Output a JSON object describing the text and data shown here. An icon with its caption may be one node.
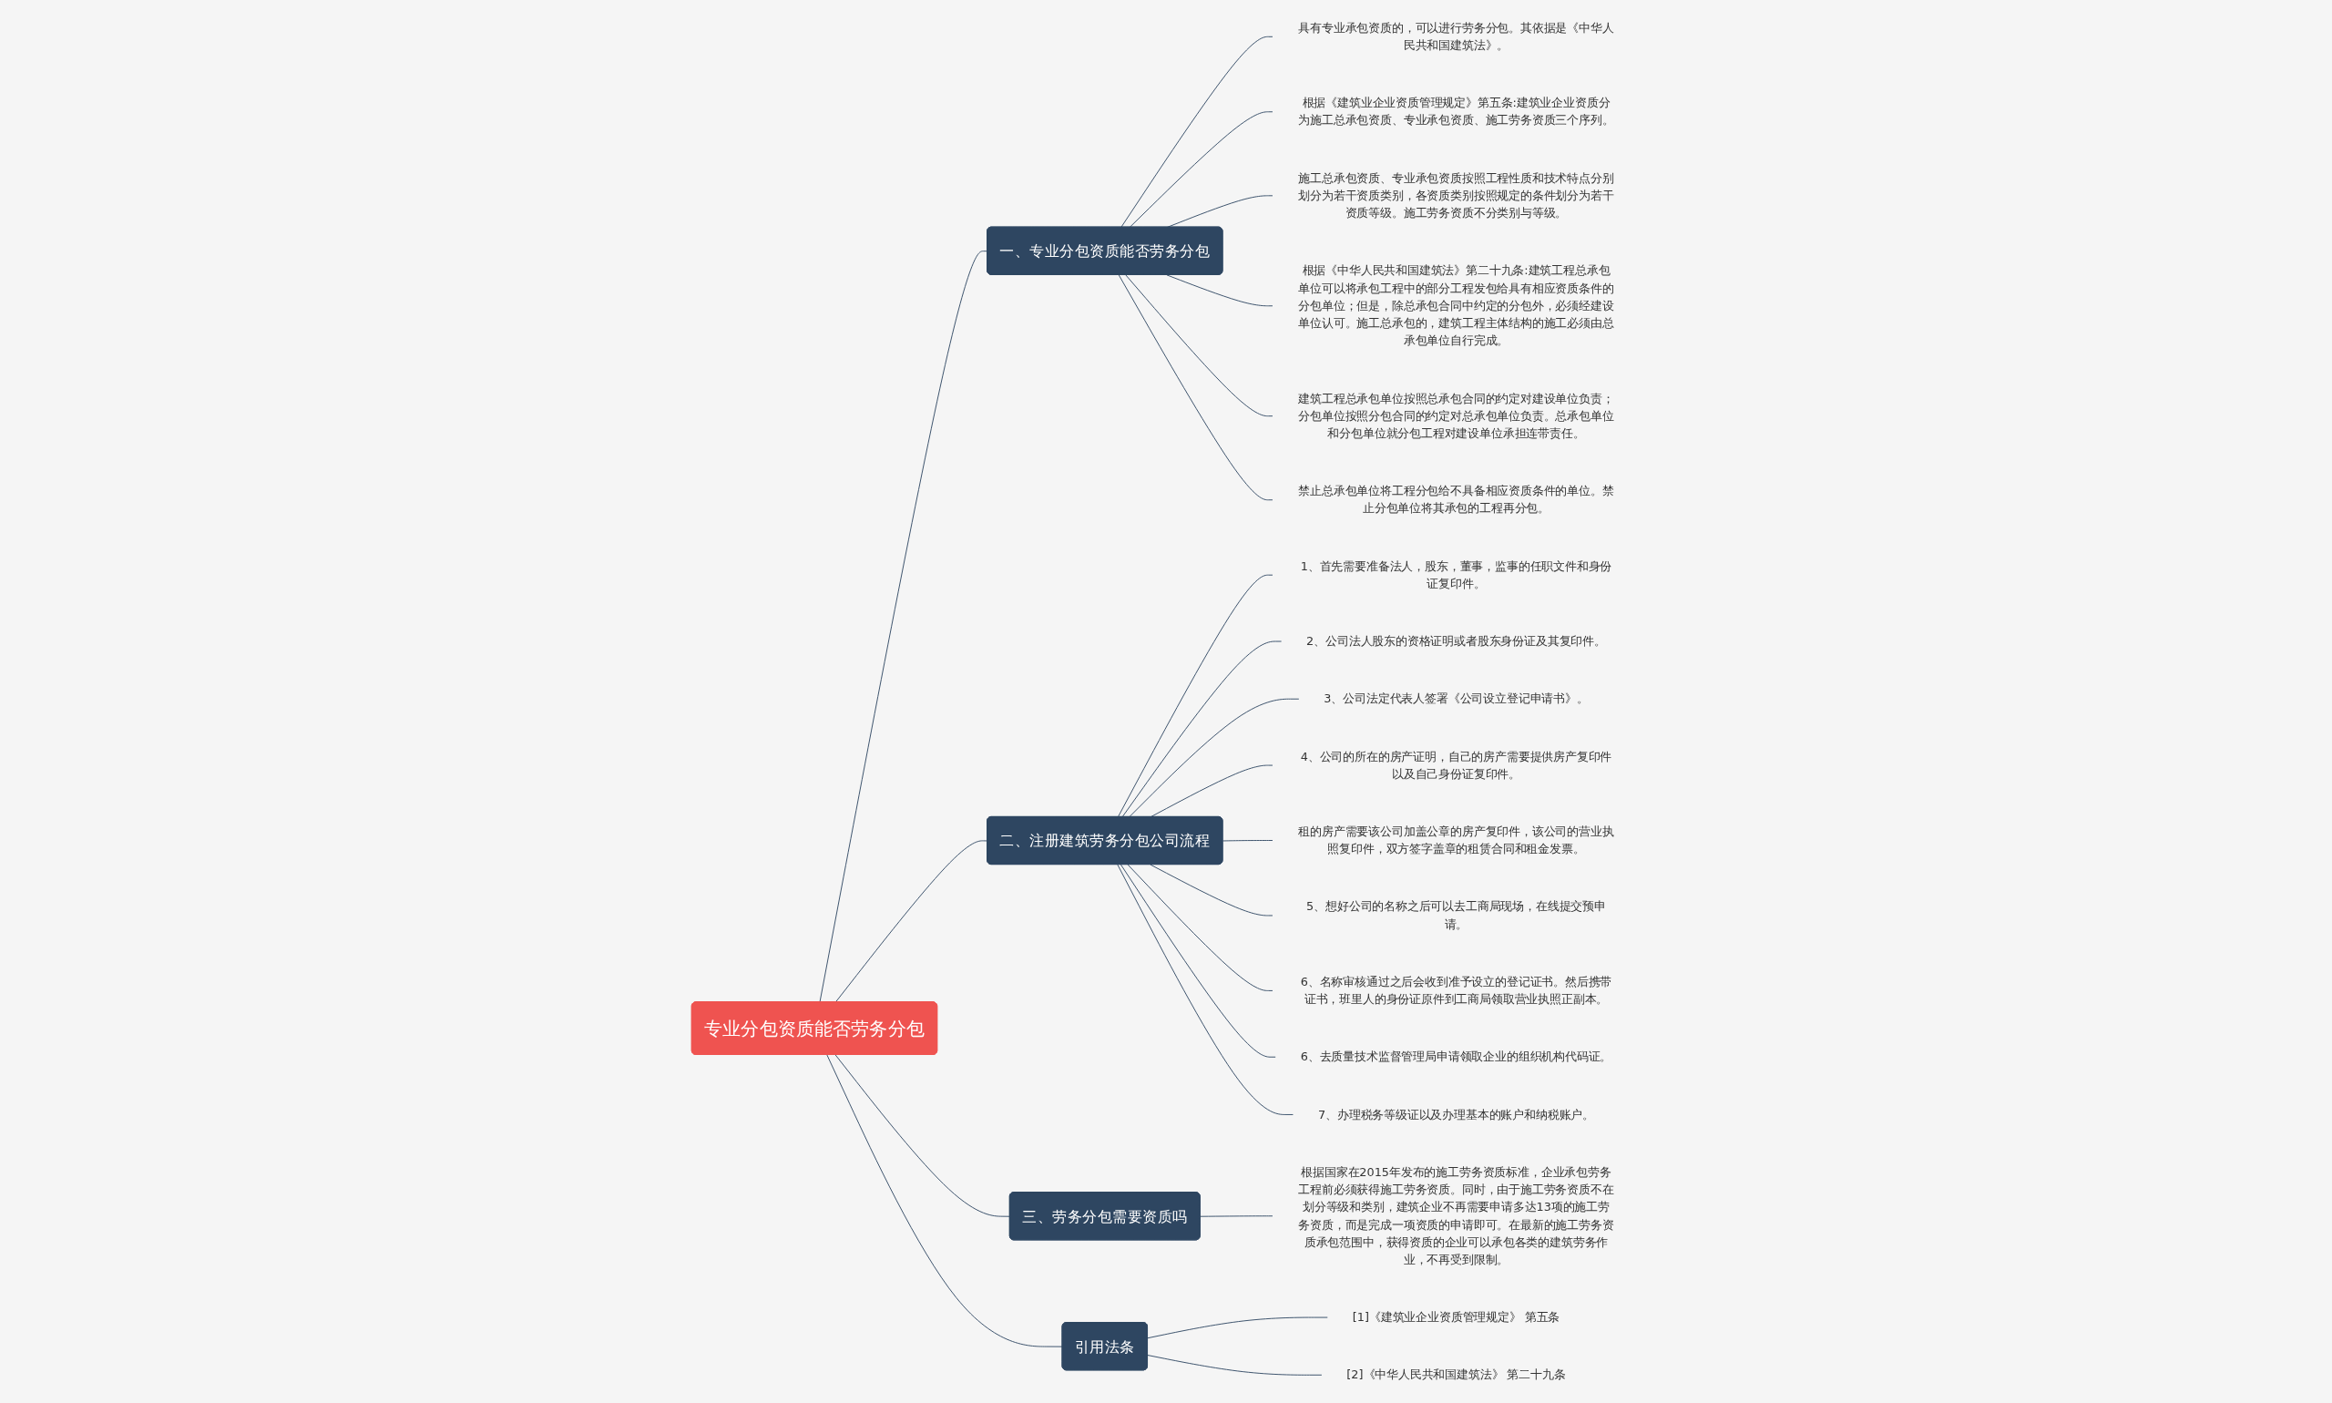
{
  "diagram": {
    "nodes": [
      {
        "text": [
          "专业分包资质能否劳务分包"
        ]
      },
      {
        "text": [
          "一、专业分包资质能否劳务分包"
        ]
      },
      {
        "text": [
          "具有专业承包资质的，可以进行劳务分包。其依据是《中华人民共和国建筑法》。"
        ]
      },
      {
        "text": [
          "根据《建筑业企业资质管理规定》第五条:建筑业企业资质分为施工总承包资质、专业承包资质、施工劳务资质三个序列。"
        ]
      },
      {
        "text": [
          "施工总承包资质、专业承包资质按照工程性质和技术特点分别划分为若干资质类别，各资质类别按照规定的条件划分为若干资质等级。施工劳务资质不分类别与等级。"
        ]
      },
      {
        "text": [
          "根据《中华人民共和国建筑法》第二十九条:建筑工程总承包单位可以将承包工程中的部分工程发包给具有相应资质条件的分包单位；但是，除总承包合同中约定的分包外，必须经建设单位认可。施工总承包的，建筑工程主体结构的施工必须由总承包单位自行完成。"
        ]
      },
      {
        "text": [
          "建筑工程总承包单位按照总承包合同的约定对建设单位负责；分包单位按照分包合同的约定对总承包单位负责。总承包单位和分包单位就分包工程对建设单位承担连带责任。"
        ]
      },
      {
        "text": [
          "禁止总承包单位将工程分包给不具备相应资质条件的单位。禁止分包单位将其承包的工程再分包。"
        ]
      },
      {
        "text": [
          "二、注册建筑劳务分包公司流程"
        ]
      },
      {
        "text": [
          "1、首先需要准备法人，股东，董事，监事的任职文件和身份证复印件。"
        ]
      },
      {
        "text": [
          "2、公司法人股东的资格证明或者股东身份证及其复印件。"
        ]
      },
      {
        "text": [
          "3、公司法定代表人签署《公司设立登记申请书》。"
        ]
      },
      {
        "text": [
          "4、公司的所在的房产证明，自己的房产需要提供房产复印件以及自己身份证复印件。"
        ]
      },
      {
        "text": [
          "租的房产需要该公司加盖公章的房产复印件，该公司的营业执照复印件，双方签字盖章的租赁合同和租金发票。"
        ]
      },
      {
        "text": [
          "5、想好公司的名称之后可以去工商局现场，在线提交预申请。"
        ]
      },
      {
        "text": [
          "6、名称审核通过之后会收到准予设立的登记证书。然后携带证书，班里人的身份证原件到工商局领取营业执照正副本。"
        ]
      },
      {
        "text": [
          "6、去质量技术监督管理局申请领取企业的组织机构代码证。"
        ]
      },
      {
        "text": [
          "7、办理税务等级证以及办理基本的账户和纳税账户。"
        ]
      },
      {
        "text": [
          "三、劳务分包需要资质吗"
        ]
      },
      {
        "text": [
          "根据国家在2015年发布的施工劳务资质标准，企业承包劳务工程前必须获得施工劳务资质。同时，由于施工劳务资质不在划分等级和类别，建筑企业不再需要申请多达13项的施工劳务资质，而是完成一项资质的申请即可。在最新的施工劳务资质承包范围中，获得资质的企业可以承包各类的建筑劳务作业，不再受到限制。"
        ]
      },
      {
        "text": [
          "引用法条"
        ]
      },
      {
        "text": [
          "[1]《建筑业企业资质管理规定》 第五条"
        ]
      },
      {
        "text": [
          "[2]《中华人民共和国建筑法》 第二十九条"
        ]
      }
    ],
    "edges": [
      {
        "from": 0,
        "to": 1,
        "arrow": "none"
      },
      {
        "from": 1,
        "to": 2,
        "arrow": "none"
      },
      {
        "from": 1,
        "to": 3,
        "arrow": "none"
      },
      {
        "from": 1,
        "to": 4,
        "arrow": "none"
      },
      {
        "from": 1,
        "to": 5,
        "arrow": "none"
      },
      {
        "from": 1,
        "to": 6,
        "arrow": "none"
      },
      {
        "from": 1,
        "to": 7,
        "arrow": "none"
      },
      {
        "from": 0,
        "to": 8,
        "arrow": "none"
      },
      {
        "from": 8,
        "to": 9,
        "arrow": "none"
      },
      {
        "from": 8,
        "to": 10,
        "arrow": "none"
      },
      {
        "from": 8,
        "to": 11,
        "arrow": "none"
      },
      {
        "from": 8,
        "to": 12,
        "arrow": "none"
      },
      {
        "from": 8,
        "to": 13,
        "arrow": "none"
      },
      {
        "from": 8,
        "to": 14,
        "arrow": "none"
      },
      {
        "from": 8,
        "to": 15,
        "arrow": "none"
      },
      {
        "from": 8,
        "to": 16,
        "arrow": "none"
      },
      {
        "from": 8,
        "to": 17,
        "arrow": "none"
      },
      {
        "from": 0,
        "to": 18,
        "arrow": "none"
      },
      {
        "from": 18,
        "to": 19,
        "arrow": "none"
      },
      {
        "from": 0,
        "to": 20,
        "arrow": "none"
      },
      {
        "from": 20,
        "to": 21,
        "arrow": "none"
      },
      {
        "from": 20,
        "to": 22,
        "arrow": "none"
      }
    ]
  }
}
